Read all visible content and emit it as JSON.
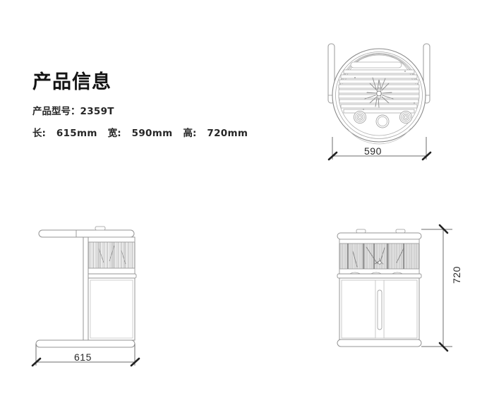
{
  "document": {
    "type": "product-specification-drawing",
    "background_color": "#ffffff",
    "line_color": "#808080",
    "text_color": "#1a1a1a"
  },
  "info": {
    "title": "产品信息",
    "model_label": "产品型号：",
    "model_value": "2359T",
    "length_label": "长:",
    "length_value": "615mm",
    "width_label": "宽:",
    "width_value": "590mm",
    "height_label": "高:",
    "height_value": "720mm"
  },
  "dimensions": {
    "top_view_width": "590",
    "side_view_width": "615",
    "front_view_height": "720"
  },
  "views": {
    "top_view": {
      "name": "top-view-circular",
      "shape": "circle",
      "features": [
        "concentric-rings",
        "horizontal-slats",
        "center-star-motif",
        "two-ring-knobs",
        "center-circle",
        "left-rail",
        "right-rail"
      ]
    },
    "side_view": {
      "name": "side-view",
      "features": [
        "top-panel",
        "tank-section",
        "cabinet-body",
        "base-plinth"
      ]
    },
    "front_view": {
      "name": "front-view",
      "features": [
        "tank-section",
        "reed-texture",
        "two-cabinet-doors",
        "vertical-handle",
        "base-plinth",
        "lid-tabs"
      ]
    }
  }
}
